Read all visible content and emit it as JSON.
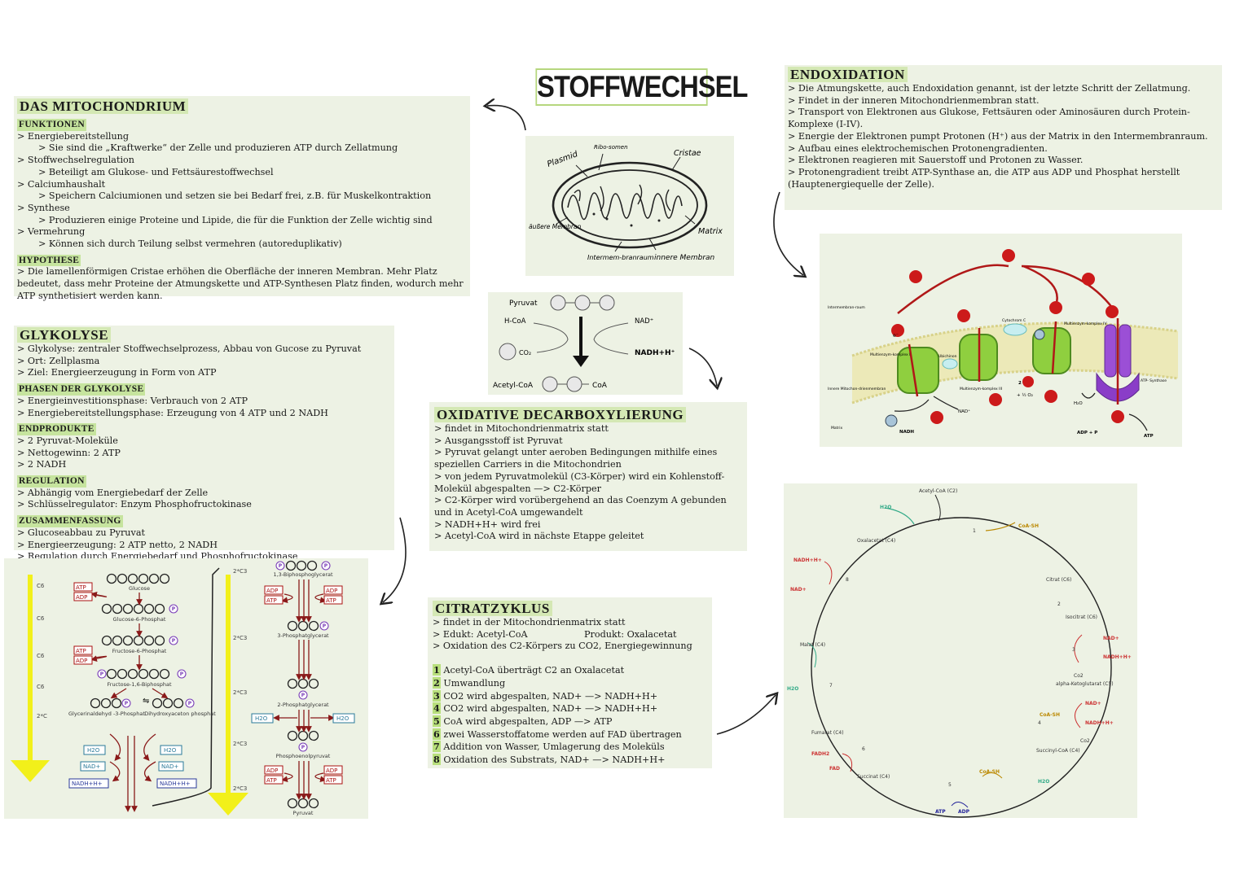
{
  "title": "STOFFWECHSEL",
  "mitochondrium": {
    "title": "DAS MITOCHONDRIUM",
    "funktionen_label": "FUNKTIONEN",
    "funktionen": [
      {
        "text": "> Energiebereitstellung",
        "indent": false
      },
      {
        "text": "> Sie sind die „Kraftwerke“ der Zelle und produzieren ATP durch Zellatmung",
        "indent": true
      },
      {
        "text": "> Stoffwechselregulation",
        "indent": false
      },
      {
        "text": "> Beteiligt am Glukose- und Fettsäurestoffwechsel",
        "indent": true
      },
      {
        "text": "> Calciumhaushalt",
        "indent": false
      },
      {
        "text": "> Speichern Calciumionen und setzen sie bei Bedarf frei, z.B. für Muskelkontraktion",
        "indent": true
      },
      {
        "text": "> Synthese",
        "indent": false
      },
      {
        "text": "> Produzieren einige Proteine und Lipide, die für die Funktion der Zelle wichtig sind",
        "indent": true
      },
      {
        "text": "> Vermehrung",
        "indent": false
      },
      {
        "text": "> Können sich durch Teilung selbst vermehren (autoreduplikativ)",
        "indent": true
      }
    ],
    "hypothese_label": "HYPOTHESE",
    "hypothese": "> Die lamellenförmigen Cristae erhöhen die Oberfläche der inneren Membran. Mehr Platz bedeutet, dass mehr Proteine der Atmungskette und ATP-Synthesen Platz finden, wodurch mehr ATP synthetisiert werden kann."
  },
  "mito_diagram": {
    "plasmid": "Plasmid",
    "ribosomen": "Ribo-somen",
    "cristae": "Cristae",
    "aeussere_membran": "äußere Membran",
    "matrix": "Matrix",
    "intermembranraum": "Intermem-branraum",
    "innere_membran": "innere Membran"
  },
  "decarb_diagram": {
    "pyruvat": "Pyruvat",
    "hcoa": "H-CoA",
    "nad": "NAD⁺",
    "co2": "CO₂",
    "nadh": "NADH+H⁺",
    "acetylcoa": "Acetyl-CoA",
    "coa": "CoA"
  },
  "endoxidation": {
    "title": "ENDOXIDATION",
    "lines": [
      "> Die Atmungskette, auch Endoxidation genannt, ist der letzte Schritt der Zellatmung.",
      "> Findet in der inneren Mitochondrienmembran statt.",
      "> Transport von Elektronen aus Glukose, Fettsäuren oder Aminosäuren durch Protein-Komplexe (I-IV).",
      "> Energie der Elektronen pumpt Protonen (H⁺) aus der Matrix in den Intermembranraum.",
      "> Aufbau eines elektrochemischen Protonengradienten.",
      "> Elektronen reagieren mit Sauerstoff und Protonen zu Wasser.",
      "> Protonengradient treibt ATP-Synthase an, die ATP aus ADP und Phosphat herstellt (Hauptenergiequelle der Zelle)."
    ]
  },
  "etc_diagram": {
    "intermembranraum": "Intermembran-raum",
    "innere_membran": "Innere Mitochon-drienmembran",
    "matrix": "Matrix",
    "komplex1": "Multienzym-komplex I",
    "komplex3": "Multienzym-komplex III",
    "komplex4": "Multienzym-komplex IV",
    "ubichinon": "Ubichinon",
    "cytochrom": "Cytochrom C",
    "atp_synthase": "ATP- Synthase",
    "nadh": "NADH",
    "nad": "NAD⁺",
    "o2": "+ ½ O₂",
    "two": "2",
    "h2o": "H₂O",
    "adp": "ADP + P",
    "atp": "ATP",
    "h": "H⁺",
    "e": "e⁻"
  },
  "glykolyse": {
    "title": "GLYKOLYSE",
    "intro": [
      "> Glykolyse: zentraler Stoffwechselprozess, Abbau von Gucose zu Pyruvat",
      "> Ort: Zellplasma",
      "> Ziel: Energieerzeugung in Form von ATP"
    ],
    "phasen_label": "PHASEN DER GLYKOLYSE",
    "phasen": [
      "> Energieinvestitionsphase: Verbrauch von 2 ATP",
      "> Energiebereitstellungsphase: Erzeugung von 4 ATP und 2 NADH"
    ],
    "endprodukte_label": "ENDPRODUKTE",
    "endprodukte": [
      "> 2 Pyruvat-Moleküle",
      "> Nettogewinn: 2 ATP",
      "> 2 NADH"
    ],
    "regulation_label": "REGULATION",
    "regulation": [
      "> Abhängig vom Energiebedarf der Zelle",
      "> Schlüsselregulator: Enzym Phosphofructokinase"
    ],
    "zusammenfassung_label": "ZUSAMMENFASSUNG",
    "zusammenfassung": [
      "> Glucoseabbau zu Pyruvat",
      "> Energieerzeugung: 2 ATP netto, 2 NADH",
      "> Regulation durch Energiebedarf und Phosphofructokinase"
    ]
  },
  "glyk_diagram": {
    "c6": "C6",
    "twoc": "2*C",
    "twoc3": "2*C3",
    "glucose": "Glucose",
    "g6p": "Glucose-6-Phosphat",
    "f6p": "Fructose-6-Phosphat",
    "f16bp": "Fructose-1,6-Biphosphat",
    "gap": "Glycerinaldehyd -3-Phosphat",
    "dhap": "Dihydroxyaceton phosphat",
    "bpg": "1,3-Biphosphoglycerat",
    "pg3": "3-Phosphatglycerat",
    "pg2": "2-Phosphatglycerat",
    "pep": "Phosphoenolpyruvat",
    "pyruvat": "Pyruvat",
    "atp": "ATP",
    "adp": "ADP",
    "h2o": "H2O",
    "nad": "NAD+",
    "nadh": "NADH+H+",
    "p": "P",
    "eq": "⇋"
  },
  "oxidative": {
    "title": "OXIDATIVE DECARBOXYLIERUNG",
    "lines": [
      "> findet in Mitochondrienmatrix statt",
      "> Ausgangsstoff ist Pyruvat",
      "> Pyruvat gelangt unter aeroben Bedingungen mithilfe eines speziellen Carriers in die Mitochondrien",
      "> von jedem Pyruvatmolekül (C3-Körper) wird ein Kohlenstoff-Molekül abgespalten —> C2-Körper",
      "> C2-Körper wird vorübergehend an das Coenzym A gebunden und in Acetyl-CoA umgewandelt",
      "> NADH+H+ wird frei",
      "> Acetyl-CoA wird in nächste Etappe geleitet"
    ]
  },
  "citrat": {
    "title": "CITRATZYKLUS",
    "line1": "> findet in der Mitochondrienmatrix statt",
    "edukt": "> Edukt: Acetyl-CoA",
    "produkt": "Produkt: Oxalacetat",
    "line3": "> Oxidation des C2-Körpers zu CO2, Energiegewinnung",
    "steps": [
      {
        "n": "1",
        "text": "Acetyl-CoA überträgt C2 an Oxalacetat"
      },
      {
        "n": "2",
        "text": "Umwandlung"
      },
      {
        "n": "3",
        "text": "CO2 wird abgespalten, NAD+ —> NADH+H+"
      },
      {
        "n": "4",
        "text": "CO2 wird abgespalten, NAD+ —> NADH+H+"
      },
      {
        "n": "5",
        "text": "CoA wird abgespalten, ADP —> ATP"
      },
      {
        "n": "6",
        "text": "zwei Wasserstoffatome werden auf FAD übertragen"
      },
      {
        "n": "7",
        "text": "Addition von Wasser, Umlagerung des Moleküls"
      },
      {
        "n": "8",
        "text": "Oxidation des Substrats, NAD+ —> NADH+H+"
      }
    ]
  },
  "cycle_diagram": {
    "acetylcoa": "Acetyl-CoA (C2)",
    "h2o": "H2O",
    "coash": "CoA-SH",
    "oxalacetat": "Oxalacetat (C4)",
    "citrat": "Citrat (C6)",
    "isocitrat": "Isocitrat (C6)",
    "nadplus": "NAD+",
    "nadh": "NADH+H+",
    "co2": "Co2",
    "akg": "alpha-Ketoglutarat (C5)",
    "succoa": "Succinyl-CoA (C4)",
    "succinat": "Succinat (C4)",
    "fumarat": "Fumarat (C4)",
    "malat": "Malat (C4)",
    "fadh2": "FADH2",
    "fad": "FAD",
    "atp": "ATP",
    "adp": "ADP",
    "n1": "1",
    "n2": "2",
    "n3": "3",
    "n4": "4",
    "n5": "5",
    "n6": "6",
    "n7": "7",
    "n8": "8"
  }
}
